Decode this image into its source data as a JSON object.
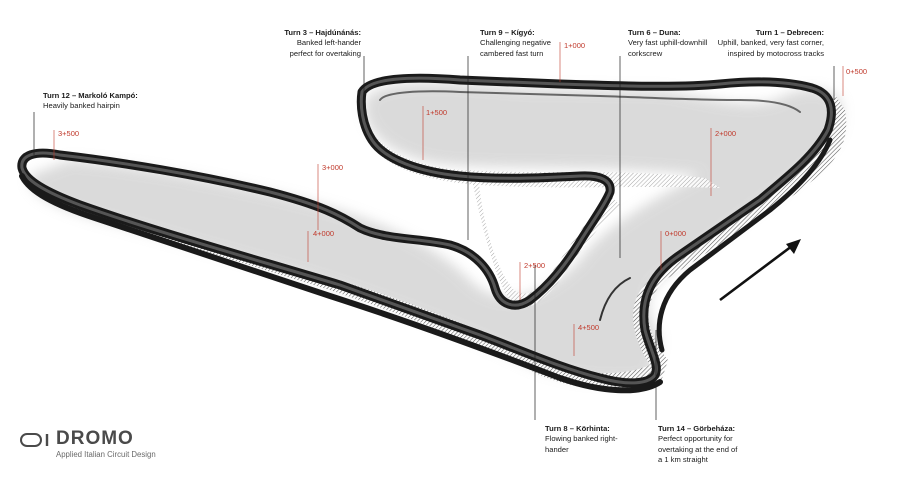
{
  "annotations": [
    {
      "id": "turn3",
      "title": "Turn 3 – Hajdúnánás:",
      "desc": [
        "Banked left-hander",
        "perfect for overtaking"
      ]
    },
    {
      "id": "turn9",
      "title": "Turn 9 – Kígyó:",
      "desc": [
        "Challenging negative",
        "cambered fast turn"
      ]
    },
    {
      "id": "turn6",
      "title": "Turn 6 – Duna:",
      "desc": [
        "Very fast uphill-downhill",
        "corkscrew"
      ]
    },
    {
      "id": "turn1",
      "title": "Turn 1 – Debrecen:",
      "desc": [
        "Uphill, banked, very fast corner,",
        "inspired by motocross tracks"
      ]
    },
    {
      "id": "turn12",
      "title": "Turn 12 – Markoló Kampó:",
      "desc": [
        "Heavily banked hairpin"
      ]
    },
    {
      "id": "turn8",
      "title": "Turn 8 – Körhinta:",
      "desc": [
        "Flowing banked right-",
        "hander"
      ]
    },
    {
      "id": "turn14",
      "title": "Turn 14 – Görbeháza:",
      "desc": [
        "Perfect opportunity for",
        "overtaking at the end of",
        "a 1 km straight"
      ]
    }
  ],
  "distance_markers": [
    "0+500",
    "1+000",
    "1+500",
    "2+000",
    "2+500",
    "3+000",
    "3+500",
    "4+000",
    "4+500",
    "0+000"
  ],
  "brand": {
    "name": "DROMO",
    "tagline": "Applied Italian Circuit Design"
  },
  "colors": {
    "track": "#1a1a1a",
    "marker": "#c0392b",
    "shadow": "#9a9a9a"
  }
}
